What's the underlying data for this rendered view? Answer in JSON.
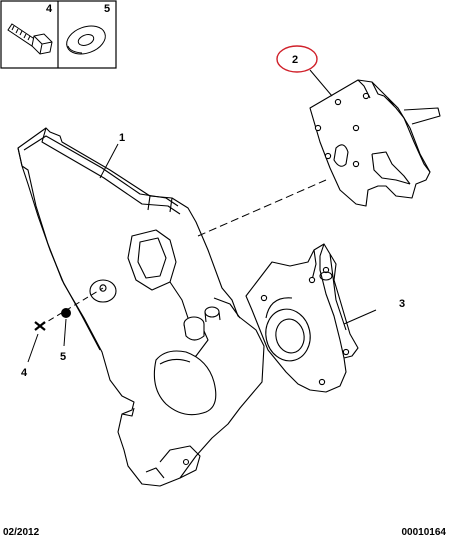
{
  "inset": {
    "cells": [
      {
        "number": "4",
        "part": "bolt-icon"
      },
      {
        "number": "5",
        "part": "washer-icon"
      }
    ]
  },
  "callouts": {
    "part_1": "1",
    "part_2": "2",
    "part_3": "3",
    "part_4": "4",
    "part_5": "5"
  },
  "highlight_color": "#d0202a",
  "footer": {
    "date": "02/2012",
    "reference": "00010164"
  }
}
